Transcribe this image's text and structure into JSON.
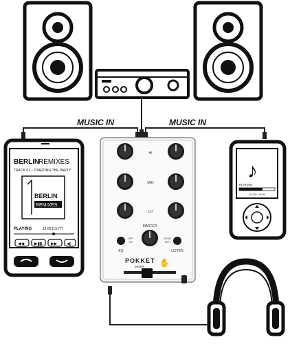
{
  "labels": {
    "music_in_left": "MUSIC IN",
    "music_in_right": "MUSIC IN"
  },
  "phone": {
    "title_bold": "BERLIN",
    "title_rest": "REMIXES",
    "track": "TRACK 01 – STARTING THE PARTY",
    "album_line1": "BERLIN",
    "album_line2": "REMIXES",
    "status": "PLAYING",
    "time": "12:09 [19:77]"
  },
  "mp3": {
    "status": "PLAYING",
    "time": "02:33 / 03:45"
  },
  "mixer": {
    "knob_hi": "HI",
    "knob_mid": "MID",
    "knob_lo": "LO",
    "master": "MASTER",
    "switch_left_top": "OFF",
    "switch_left_bottom": "ON",
    "switch_right_top": "RIGHT",
    "switch_right_bottom": "LEFT",
    "eq": "EQ",
    "listen": "LISTEN",
    "brand": "POKKET",
    "model": "MIXER"
  },
  "colors": {
    "outline": "#111111",
    "mixer_body": "#f2f2f2",
    "knob": "#1a1a1a",
    "cable": "#222222"
  }
}
